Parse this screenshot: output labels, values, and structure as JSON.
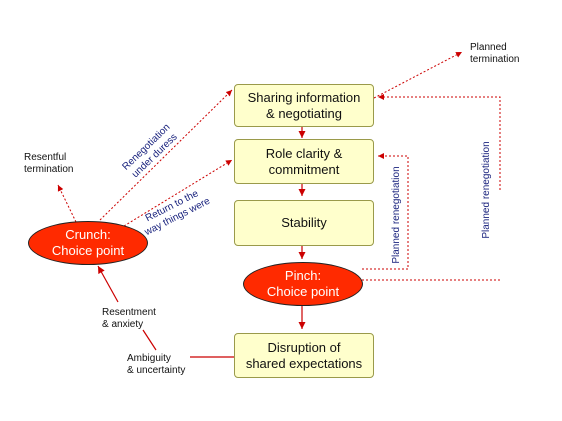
{
  "boxes": {
    "sharing": "Sharing information\n& negotiating",
    "role": "Role clarity &\ncommitment",
    "stability": "Stability",
    "disruption": "Disruption of\nshared expectations"
  },
  "choice_points": {
    "pinch": "Pinch:\nChoice point",
    "crunch": "Crunch:\nChoice point"
  },
  "labels": {
    "planned_termination": "Planned\ntermination",
    "resentful_termination": "Resentful\ntermination",
    "resentment_anxiety": "Resentment\n& anxiety",
    "ambiguity_uncertainty": "Ambiguity\n& uncertainty",
    "renegotiation_under_duress": "Renegotiation\nunder duress",
    "return_to_way": "Return to the\nway things were",
    "planned_renegotiation_inner": "Planned renegotiation",
    "planned_renegotiation_outer": "Planned renegotiation"
  },
  "colors": {
    "box_fill": "#ffffcc",
    "choice_point_fill": "#ff2a00",
    "arrow": "#cc0000",
    "blue_text": "#1a237e"
  }
}
